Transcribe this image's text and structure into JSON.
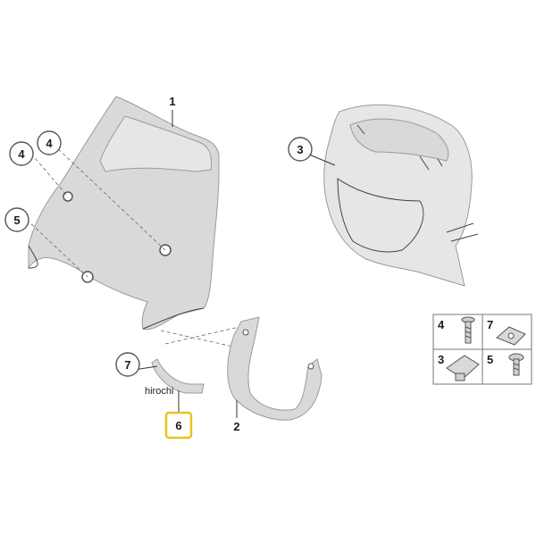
{
  "callouts": [
    {
      "id": "1",
      "label": "1"
    },
    {
      "id": "2",
      "label": "2"
    },
    {
      "id": "3",
      "label": "3"
    },
    {
      "id": "4a",
      "label": "4"
    },
    {
      "id": "4b",
      "label": "4"
    },
    {
      "id": "5",
      "label": "5"
    },
    {
      "id": "6",
      "label": "6"
    },
    {
      "id": "7",
      "label": "7"
    }
  ],
  "legend": {
    "cells": [
      {
        "label": "4"
      },
      {
        "label": "7"
      },
      {
        "label": "3"
      },
      {
        "label": "5"
      }
    ]
  },
  "watermark": "hirochi",
  "colors": {
    "highlight": "#e8c21e",
    "part_fill": "#d9d9d9",
    "line": "#444444"
  }
}
